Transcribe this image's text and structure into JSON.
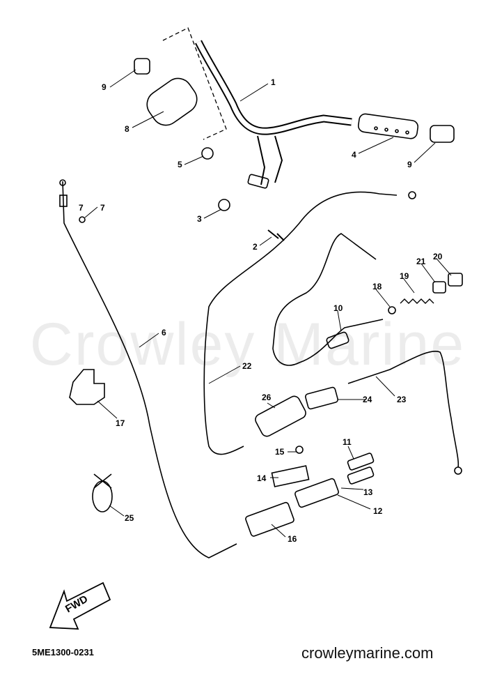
{
  "watermark": "Crowley Marine",
  "diagram_code": "5ME1300-0231",
  "website": "crowleymarine.com",
  "direction_label": "FWD",
  "callouts": [
    "1",
    "9",
    "8",
    "5",
    "4",
    "9",
    "3",
    "2",
    "7",
    "7",
    "6",
    "22",
    "10",
    "18",
    "19",
    "21",
    "20",
    "26",
    "24",
    "23",
    "17",
    "11",
    "15",
    "14",
    "13",
    "12",
    "25",
    "16"
  ],
  "colors": {
    "ink": "#000000",
    "background": "#ffffff"
  }
}
